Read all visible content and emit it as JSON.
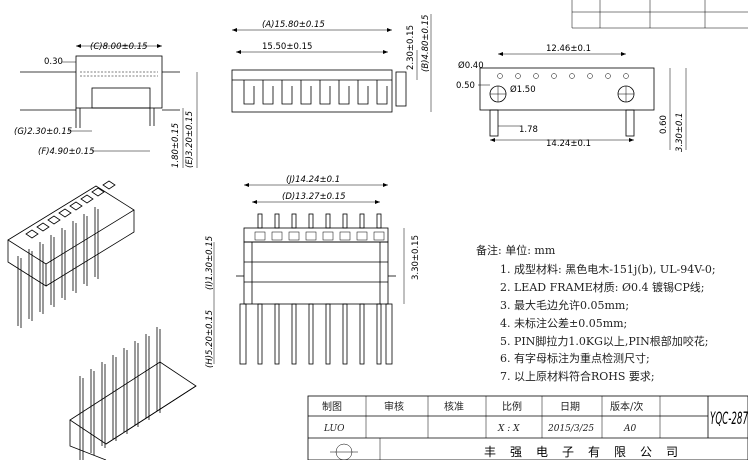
{
  "dimensions": {
    "c": "(C)8.00±0.15",
    "t030": "0.30",
    "g": "(G)2.30±0.15",
    "f": "(F)4.90±0.15",
    "h180": "1.80±0.15",
    "e": "(E)3.20±0.15",
    "a": "(A)15.80±0.15",
    "w1550": "15.50±0.15",
    "h230": "2.30±0.15",
    "b": "(B)4.80±0.15",
    "w1246": "12.46±0.1",
    "d040": "Ø0.40",
    "d050": "0.50",
    "d150": "Ø1.50",
    "w178": "1.78",
    "h060": "0.60",
    "h330r": "3.30±0.1",
    "w1424r": "14.24±0.1",
    "j": "(J)14.24±0.1",
    "d": "(D)13.27±0.15",
    "h330f": "3.30±0.15",
    "i": "(I)1.30±0.15",
    "hh": "(H)5.20±0.15"
  },
  "notes": {
    "header": "备注:  单位: mm",
    "items": [
      "1. 成型材料: 黑色电木-151j(b), UL-94V-0;",
      "2. LEAD  FRAME材质: Ø0.4 镀锡CP线;",
      "3. 最大毛边允许0.05mm;",
      "4. 未标注公差±0.05mm;",
      "5. PIN脚拉力1.0KG以上,PIN根部加咬花;",
      "6. 有字母标注为重点检测尺寸;",
      "7. 以上原材料符合ROHS 要求;"
    ]
  },
  "title_block": {
    "headers": [
      "制图",
      "审核",
      "核准",
      "比例",
      "日期",
      "版本/次"
    ],
    "values": [
      "LUO",
      "",
      "",
      "X : X",
      "2015/3/25",
      "A0"
    ],
    "drawing_no": "YQC-287",
    "company": "丰强电子有限公司"
  }
}
